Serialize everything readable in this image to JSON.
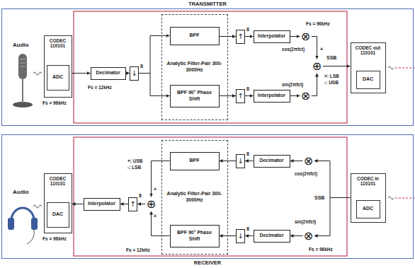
{
  "diagram": {
    "nodes": [
      {
        "text": [
          "TRANSMITTER"
        ]
      },
      {
        "text": [
          "CODEC",
          "110101"
        ],
        "in": 0
      },
      {
        "text": [
          "ADC"
        ],
        "in": 1
      },
      {
        "text": [
          "Decimator"
        ],
        "in": 0
      },
      {
        "text": [
          "↓"
        ],
        "in": 0
      },
      {
        "text": [
          "Analytic Filter-Pair 300-3000Hz"
        ],
        "in": 0
      },
      {
        "text": [
          "BPF"
        ],
        "in": 5
      },
      {
        "text": [
          "BPF 90° Phase Shift"
        ],
        "in": 5
      },
      {
        "text": [
          "↑"
        ],
        "in": 0
      },
      {
        "text": [
          "↑"
        ],
        "in": 0
      },
      {
        "text": [
          "Interpolator"
        ],
        "in": 0
      },
      {
        "text": [
          "Interpolator"
        ],
        "in": 0
      },
      {
        "text": [
          "⊗"
        ],
        "in": 0
      },
      {
        "text": [
          "⊗"
        ],
        "in": 0
      },
      {
        "text": [
          "⊕"
        ],
        "in": 0
      },
      {
        "text": [
          "CODEC out",
          "110101"
        ],
        "in": 0
      },
      {
        "text": [
          "DAC"
        ],
        "in": 15
      },
      {
        "text": [
          "RECEIVER"
        ]
      },
      {
        "text": [
          "CODEC",
          "110101"
        ],
        "in": 17
      },
      {
        "text": [
          "DAC"
        ],
        "in": 18
      },
      {
        "text": [
          "Interpolator"
        ],
        "in": 17
      },
      {
        "text": [
          "↑"
        ],
        "in": 17
      },
      {
        "text": [
          "⊕"
        ],
        "in": 17
      },
      {
        "text": [
          "Analytic Filter-Pair 300-3000Hz"
        ],
        "in": 17
      },
      {
        "text": [
          "BPF"
        ],
        "in": 23
      },
      {
        "text": [
          "BPF 90° Phase Shift"
        ],
        "in": 23
      },
      {
        "text": [
          "↓"
        ],
        "in": 17
      },
      {
        "text": [
          "↓"
        ],
        "in": 17
      },
      {
        "text": [
          "Decimator"
        ],
        "in": 17
      },
      {
        "text": [
          "Decimator"
        ],
        "in": 17
      },
      {
        "text": [
          "⊗"
        ],
        "in": 17
      },
      {
        "text": [
          "⊗"
        ],
        "in": 17
      },
      {
        "text": [
          "CODEC in",
          "110101"
        ],
        "in": 17
      },
      {
        "text": [
          "ADC"
        ],
        "in": 32
      }
    ],
    "edges": [
      {
        "from": 1,
        "to": 3,
        "arrow": "to"
      },
      {
        "from": 3,
        "to": 4,
        "arrow": "to"
      },
      {
        "from": 4,
        "to": 6,
        "arrow": "to"
      },
      {
        "from": 4,
        "to": 7,
        "arrow": "to"
      },
      {
        "from": 6,
        "to": 8,
        "arrow": "to"
      },
      {
        "from": 7,
        "to": 9,
        "arrow": "to"
      },
      {
        "from": 8,
        "to": 10,
        "arrow": "to"
      },
      {
        "from": 9,
        "to": 11,
        "arrow": "to"
      },
      {
        "from": 10,
        "to": 12,
        "arrow": "to"
      },
      {
        "from": 11,
        "to": 13,
        "arrow": "to"
      },
      {
        "from": 12,
        "to": 14,
        "arrow": "to"
      },
      {
        "from": 13,
        "to": 14,
        "arrow": "to"
      },
      {
        "from": 14,
        "to": 15,
        "arrow": "to"
      },
      {
        "from": 32,
        "to": 30,
        "arrow": "to"
      },
      {
        "from": 32,
        "to": 31,
        "arrow": "to"
      },
      {
        "from": 30,
        "to": 28,
        "arrow": "to"
      },
      {
        "from": 31,
        "to": 29,
        "arrow": "to"
      },
      {
        "from": 28,
        "to": 26,
        "arrow": "to"
      },
      {
        "from": 29,
        "to": 27,
        "arrow": "to"
      },
      {
        "from": 26,
        "to": 24,
        "arrow": "to"
      },
      {
        "from": 27,
        "to": 25,
        "arrow": "to"
      },
      {
        "from": 24,
        "to": 22,
        "arrow": "to"
      },
      {
        "from": 25,
        "to": 22,
        "arrow": "to"
      },
      {
        "from": 22,
        "to": 21,
        "arrow": "to"
      },
      {
        "from": 21,
        "to": 20,
        "arrow": "to"
      },
      {
        "from": 20,
        "to": 18,
        "arrow": "to"
      }
    ],
    "labels": [
      "Audio",
      "Fs = 96kHz",
      "8",
      "Fs = 12kHz",
      "8",
      "8",
      "Fs = 96kHz",
      "cos(2πfct)",
      "sin(2πfct)",
      "+",
      "SSB",
      "+: LSB",
      "-: USB",
      "Audio",
      "Fs = 96kHz",
      "+: USB",
      "-: LSB",
      "+",
      "+",
      "8",
      "Fs = 12kHz",
      "8",
      "8",
      "cos(2πfct)",
      "sin(2πfct)",
      "SSB",
      "Fs = 96kHz"
    ]
  }
}
